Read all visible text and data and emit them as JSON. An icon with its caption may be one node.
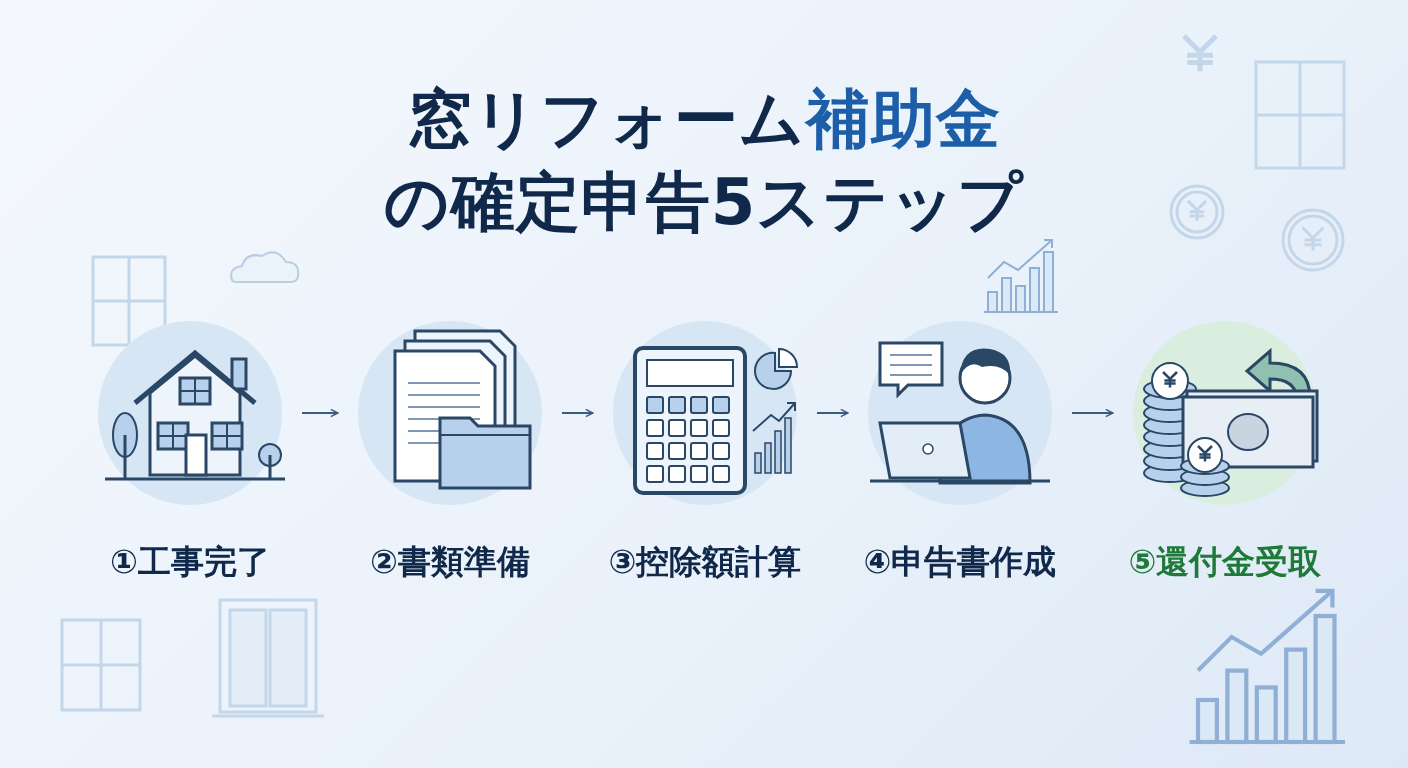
{
  "diagram": {
    "title": "窓リフォーム**補助金**の確定申告5ステップ",
    "nodes": [
      {
        "text": [
          "①工事完了"
        ]
      },
      {
        "text": [
          "②書類準備"
        ]
      },
      {
        "text": [
          "③控除額計算"
        ]
      },
      {
        "text": [
          "④申告書作成"
        ]
      },
      {
        "text": [
          "⑤還付金受取"
        ]
      }
    ],
    "edges": [
      {
        "from": 0,
        "to": 1,
        "arrow": "to"
      },
      {
        "from": 1,
        "to": 2,
        "arrow": "to"
      },
      {
        "from": 2,
        "to": 3,
        "arrow": "to"
      },
      {
        "from": 3,
        "to": 4,
        "arrow": "to"
      }
    ]
  }
}
